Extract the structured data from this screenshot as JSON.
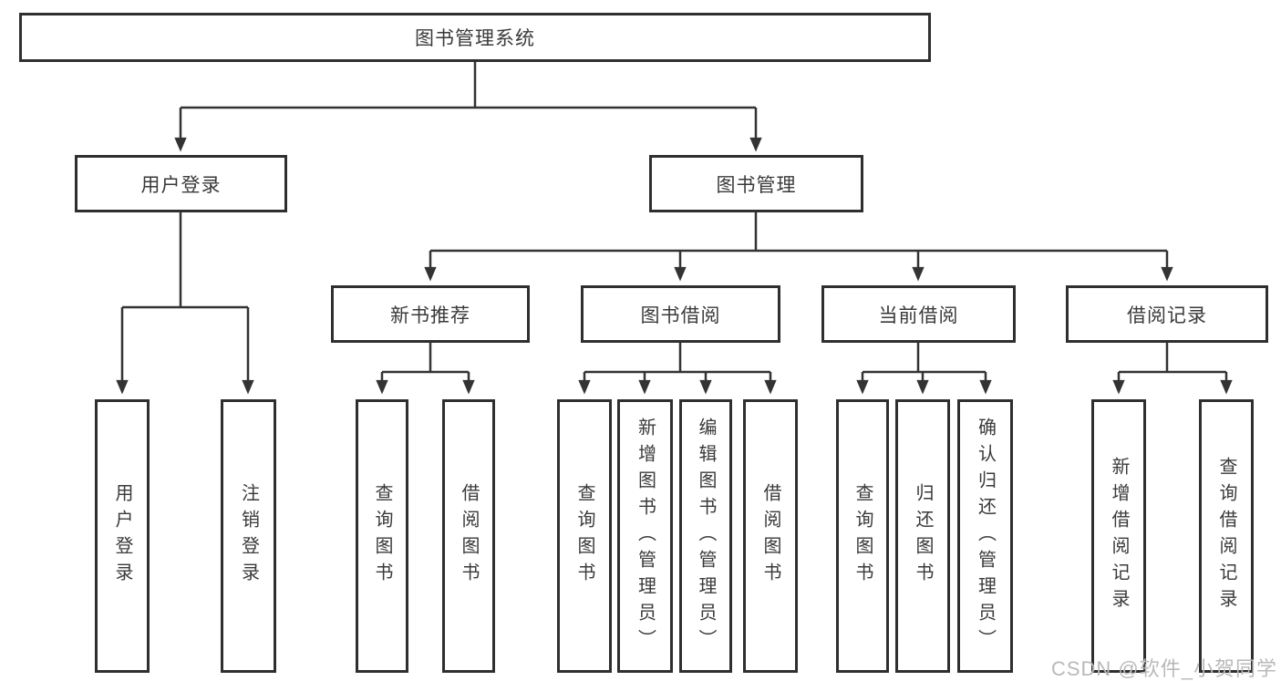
{
  "diagram_title": "图书管理系统",
  "colors": {
    "line": "#333333",
    "box_border": "#2f2f2f",
    "text": "#3a3a3a",
    "watermark": "#b9b9b9",
    "background": "#ffffff"
  },
  "watermark": {
    "text": "CSDN @软件_小贺同学"
  },
  "tree": {
    "label": "图书管理系统",
    "children": [
      {
        "label": "用户登录",
        "children": [
          {
            "label": "用户登录"
          },
          {
            "label": "注销登录"
          }
        ]
      },
      {
        "label": "图书管理",
        "children": [
          {
            "label": "新书推荐",
            "children": [
              {
                "label": "查询图书"
              },
              {
                "label": "借阅图书"
              }
            ]
          },
          {
            "label": "图书借阅",
            "children": [
              {
                "label": "查询图书"
              },
              {
                "label": "新增图书（管理员）"
              },
              {
                "label": "编辑图书（管理员）"
              },
              {
                "label": "借阅图书"
              }
            ]
          },
          {
            "label": "当前借阅",
            "children": [
              {
                "label": "查询图书"
              },
              {
                "label": "归还图书"
              },
              {
                "label": "确认归还（管理员）"
              }
            ]
          },
          {
            "label": "借阅记录",
            "children": [
              {
                "label": "新增借阅记录"
              },
              {
                "label": "查询借阅记录"
              }
            ]
          }
        ]
      }
    ]
  }
}
